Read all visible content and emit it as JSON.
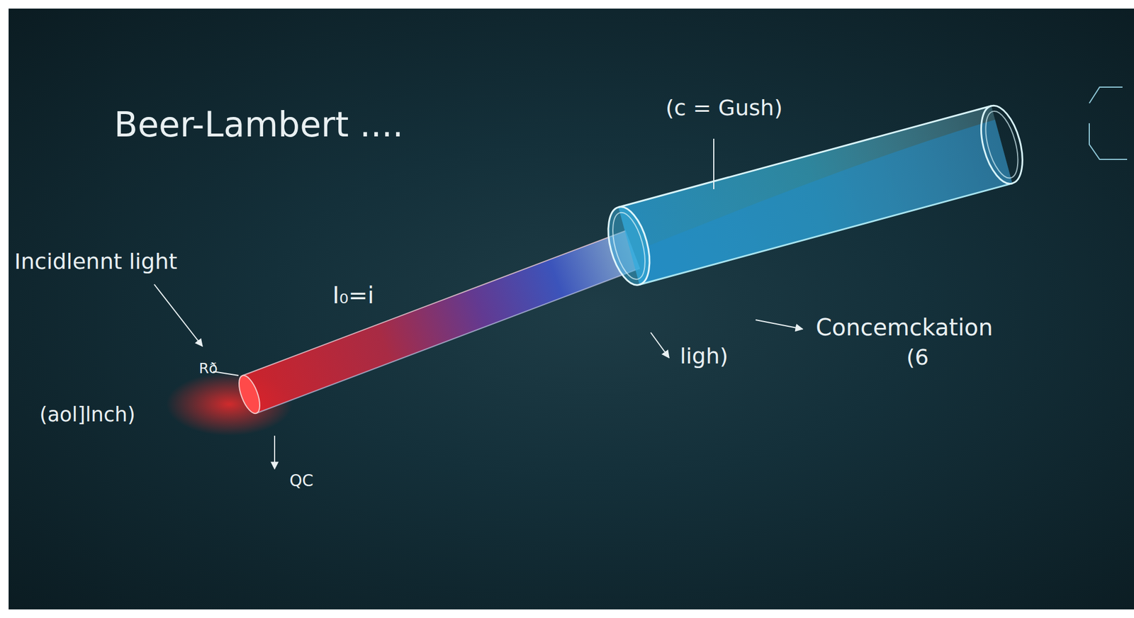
{
  "diagram": {
    "title": "Beer-Lambert ....",
    "labels": [
      "(c = Gush)",
      "Incidlennt light",
      "I₀=i",
      "ligh)",
      "Concemckation",
      "(6",
      "(aol]lnch)",
      "Rð",
      "QC"
    ]
  }
}
